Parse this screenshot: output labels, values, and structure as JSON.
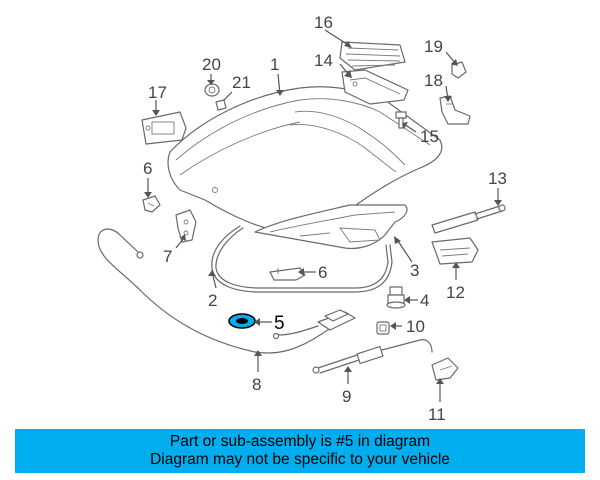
{
  "diagram": {
    "callouts": [
      "1",
      "2",
      "3",
      "4",
      "5",
      "6",
      "6",
      "7",
      "8",
      "9",
      "10",
      "11",
      "12",
      "13",
      "14",
      "15",
      "16",
      "17",
      "18",
      "19",
      "20",
      "21"
    ],
    "highlight_color": "#00aeef",
    "highlighted_part": "5"
  },
  "banner": {
    "line1": "Part or sub-assembly is #5 in diagram",
    "line2": "Diagram may not be specific to your vehicle",
    "background": "#00aeef"
  }
}
